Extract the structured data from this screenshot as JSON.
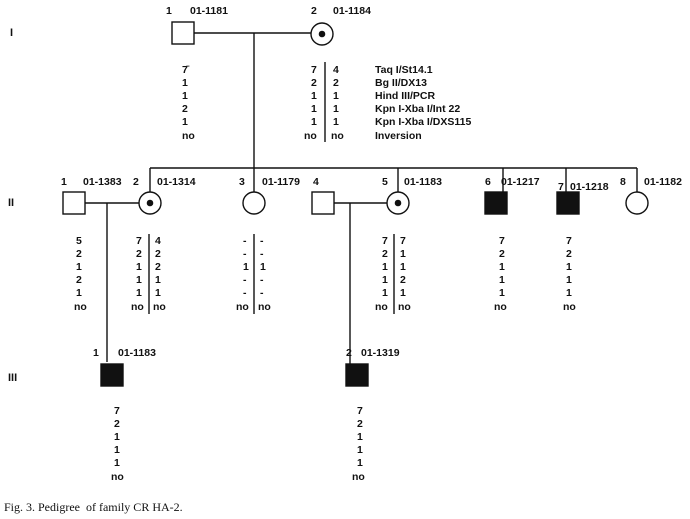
{
  "generations": [
    "I",
    "II",
    "III"
  ],
  "markers": [
    "Taq I/St14.1",
    "Bg II/DX13",
    "Hind III/PCR",
    "Kpn I-Xba I/Int 22",
    "Kpn I-Xba I/DXS115",
    "Inversion"
  ],
  "individuals": {
    "I1": {
      "num": "1",
      "id": "01-1181",
      "alleles": [
        "7̄",
        "1",
        "1",
        "2",
        "1",
        "no"
      ]
    },
    "I2": {
      "num": "2",
      "id": "01-1184",
      "a1": [
        "7",
        "2",
        "1",
        "1",
        "1",
        "no"
      ],
      "a2": [
        "4",
        "2",
        "1",
        "1",
        "1",
        "no"
      ]
    },
    "II1": {
      "num": "1",
      "id": "01-1383",
      "alleles": [
        "5",
        "2",
        "1",
        "2",
        "1",
        "no"
      ]
    },
    "II2": {
      "num": "2",
      "id": "01-1314",
      "a1": [
        "7",
        "2",
        "1",
        "1",
        "1",
        "no"
      ],
      "a2": [
        "4",
        "2",
        "2",
        "1",
        "1",
        "no"
      ]
    },
    "II3": {
      "num": "3",
      "id": "01-1179",
      "a1": [
        "-",
        "-",
        "1",
        "-",
        "-",
        "no"
      ],
      "a2": [
        "-",
        "-",
        "1",
        "-",
        "-",
        "no"
      ]
    },
    "II4": {
      "num": "4",
      "id": ""
    },
    "II5": {
      "num": "5",
      "id": "01-1183",
      "a1": [
        "7",
        "2",
        "1",
        "1",
        "1",
        "no"
      ],
      "a2": [
        "7",
        "1",
        "1",
        "2",
        "1",
        "no"
      ]
    },
    "II6": {
      "num": "6",
      "id": "01-1217",
      "alleles": [
        "7",
        "2",
        "1",
        "1",
        "1",
        "no"
      ]
    },
    "II7": {
      "num": "7",
      "id": "01-1218",
      "alleles": [
        "7",
        "2",
        "1",
        "1",
        "1",
        "no"
      ]
    },
    "II8": {
      "num": "8",
      "id": "01-1182"
    },
    "III1": {
      "num": "1",
      "id": "01-1183",
      "alleles": [
        "7",
        "2",
        "1",
        "1",
        "1",
        "no"
      ]
    },
    "III2": {
      "num": "2",
      "id": "01-1319",
      "alleles": [
        "7",
        "2",
        "1",
        "1",
        "1",
        "no"
      ]
    }
  },
  "caption": "Fig. 3. Pedigree  of family CR HA-2."
}
